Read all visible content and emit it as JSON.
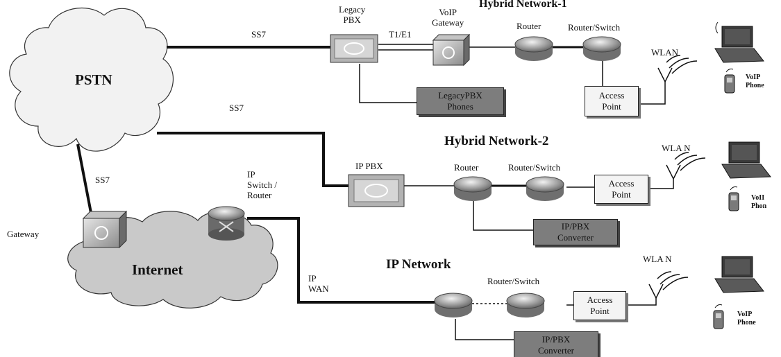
{
  "clouds": {
    "pstn": "PSTN",
    "internet": "Internet"
  },
  "links": {
    "ss7_top": "SS7",
    "ss7_mid": "SS7",
    "ss7_left": "SS7",
    "t1e1": "T1/E1"
  },
  "hybrid1": {
    "title": "Hybrid Network-1",
    "legacy_pbx": [
      "Legacy",
      "PBX"
    ],
    "voip_gateway": [
      "VoIP",
      "Gateway"
    ],
    "router": "Router",
    "router_switch": "Router/Switch",
    "wlan": "WLAN",
    "access_point": [
      "Access",
      "Point"
    ],
    "phones_box": [
      "LegacyPBX",
      "Phones"
    ],
    "voip_phone": [
      "VoIP",
      "Phone"
    ]
  },
  "hybrid2": {
    "title": "Hybrid Network-2",
    "ip_pbx": "IP PBX",
    "router": "Router",
    "router_switch": "Router/Switch",
    "wlan": "WLA N",
    "access_point": [
      "Access",
      "Point"
    ],
    "converter_box": [
      "IP/PBX",
      "Converter"
    ],
    "voip_phone": [
      "VoII",
      "Phon"
    ]
  },
  "ipnet": {
    "title": "IP Network",
    "router_switch": "Router/Switch",
    "wlan": "WLA N",
    "access_point": [
      "Access",
      "Point"
    ],
    "converter_box": [
      "IP/PBX",
      "Converter"
    ],
    "voip_phone": [
      "VoIP",
      "Phone"
    ]
  },
  "left": {
    "gateway": "Gateway",
    "ip_switch_router": [
      "IP",
      "Switch /",
      "Router"
    ],
    "ip_wan": [
      "IP",
      "WAN"
    ]
  }
}
